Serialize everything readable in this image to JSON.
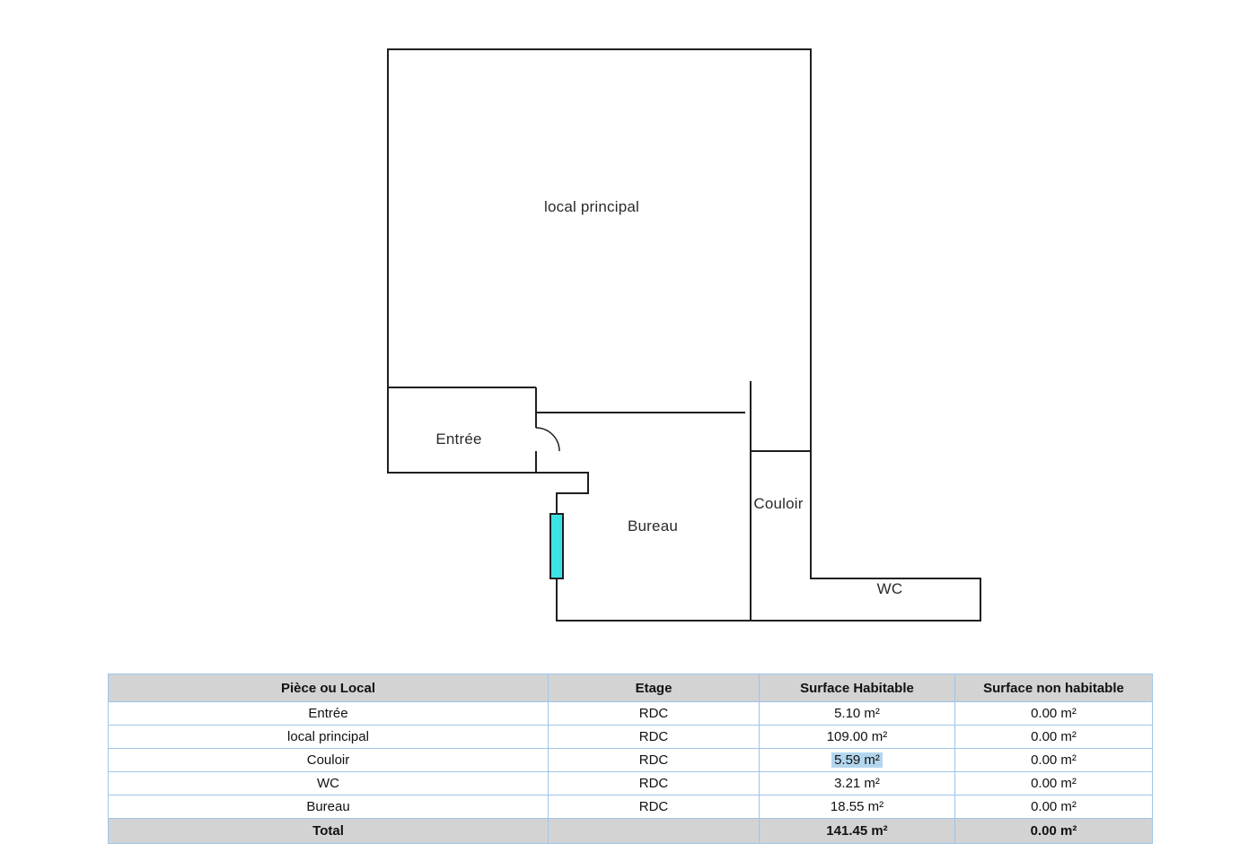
{
  "floor_plan": {
    "labels": {
      "local_principal": "local principal",
      "entree": "Entrée",
      "bureau": "Bureau",
      "couloir": "Couloir",
      "wc": "WC"
    },
    "window_marker_color": "#3ce3e6",
    "wall_color": "#1f1f1f"
  },
  "table": {
    "headers": [
      "Pièce ou Local",
      "Etage",
      "Surface Habitable",
      "Surface non habitable"
    ],
    "rows": [
      {
        "piece": "Entrée",
        "etage": "RDC",
        "surface_habitable": "5.10 m²",
        "surface_non_habitable": "0.00 m²"
      },
      {
        "piece": "local principal",
        "etage": "RDC",
        "surface_habitable": "109.00 m²",
        "surface_non_habitable": "0.00 m²"
      },
      {
        "piece": "Couloir",
        "etage": "RDC",
        "surface_habitable": "5.59 m²",
        "surface_non_habitable": "0.00 m²"
      },
      {
        "piece": "WC",
        "etage": "RDC",
        "surface_habitable": "3.21 m²",
        "surface_non_habitable": "0.00 m²"
      },
      {
        "piece": "Bureau",
        "etage": "RDC",
        "surface_habitable": "18.55 m²",
        "surface_non_habitable": "0.00 m²"
      }
    ],
    "total_row": {
      "piece": "Total",
      "etage": "",
      "surface_habitable": "141.45 m²",
      "surface_non_habitable": "0.00 m²"
    },
    "colors": {
      "header_background": "#d3d3d3",
      "total_background": "#d3d3d3",
      "border": "#9fc5e8",
      "selection_highlight": "#b3d6ee"
    }
  }
}
